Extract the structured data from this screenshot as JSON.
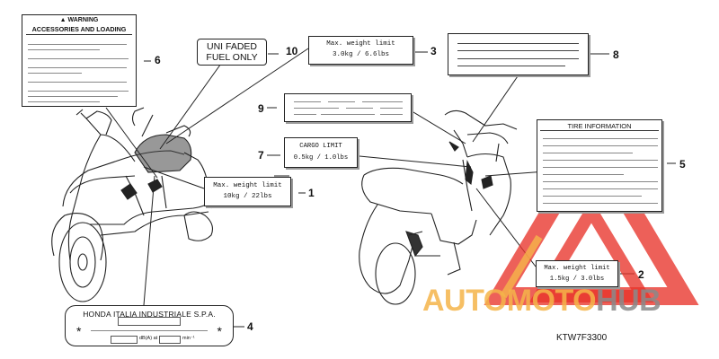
{
  "labels": {
    "label_1": {
      "line1": "Max. weight limit",
      "line2": "10kg  / 22lbs",
      "callout": "1"
    },
    "label_2": {
      "line1": "Max. weight limit",
      "line2": "1.5kg  / 3.0lbs",
      "callout": "2"
    },
    "label_3": {
      "line1": "Max. weight limit",
      "line2": "3.0kg  / 6.6lbs",
      "callout": "3"
    },
    "label_4": {
      "line1": "HONDA ITALIA INDUSTRIALE S.P.A.",
      "star_left": "*",
      "star_right": "*",
      "field1": "dB(A) at",
      "field2": "min⁻¹",
      "callout": "4"
    },
    "label_5": {
      "title": "TIRE INFORMATION",
      "callout": "5"
    },
    "label_6": {
      "warning": "WARNING",
      "title": "ACCESSORIES AND LOADING",
      "callout": "6"
    },
    "label_7": {
      "line1": "CARGO LIMIT",
      "line2": "0.5kg  /  1.0lbs",
      "callout": "7"
    },
    "label_8": {
      "callout": "8"
    },
    "label_9": {
      "callout": "9"
    },
    "label_10": {
      "line1": "UNI FADED",
      "line2": "FUEL  ONLY",
      "callout": "10"
    }
  },
  "part_code": "KTW7F3300",
  "watermark": {
    "text_orange": "AUTOMOTO",
    "text_gray": "HUB",
    "color_orange": "#f5b54a",
    "color_gray": "#8a8a8a",
    "color_red": "#e8332a"
  }
}
